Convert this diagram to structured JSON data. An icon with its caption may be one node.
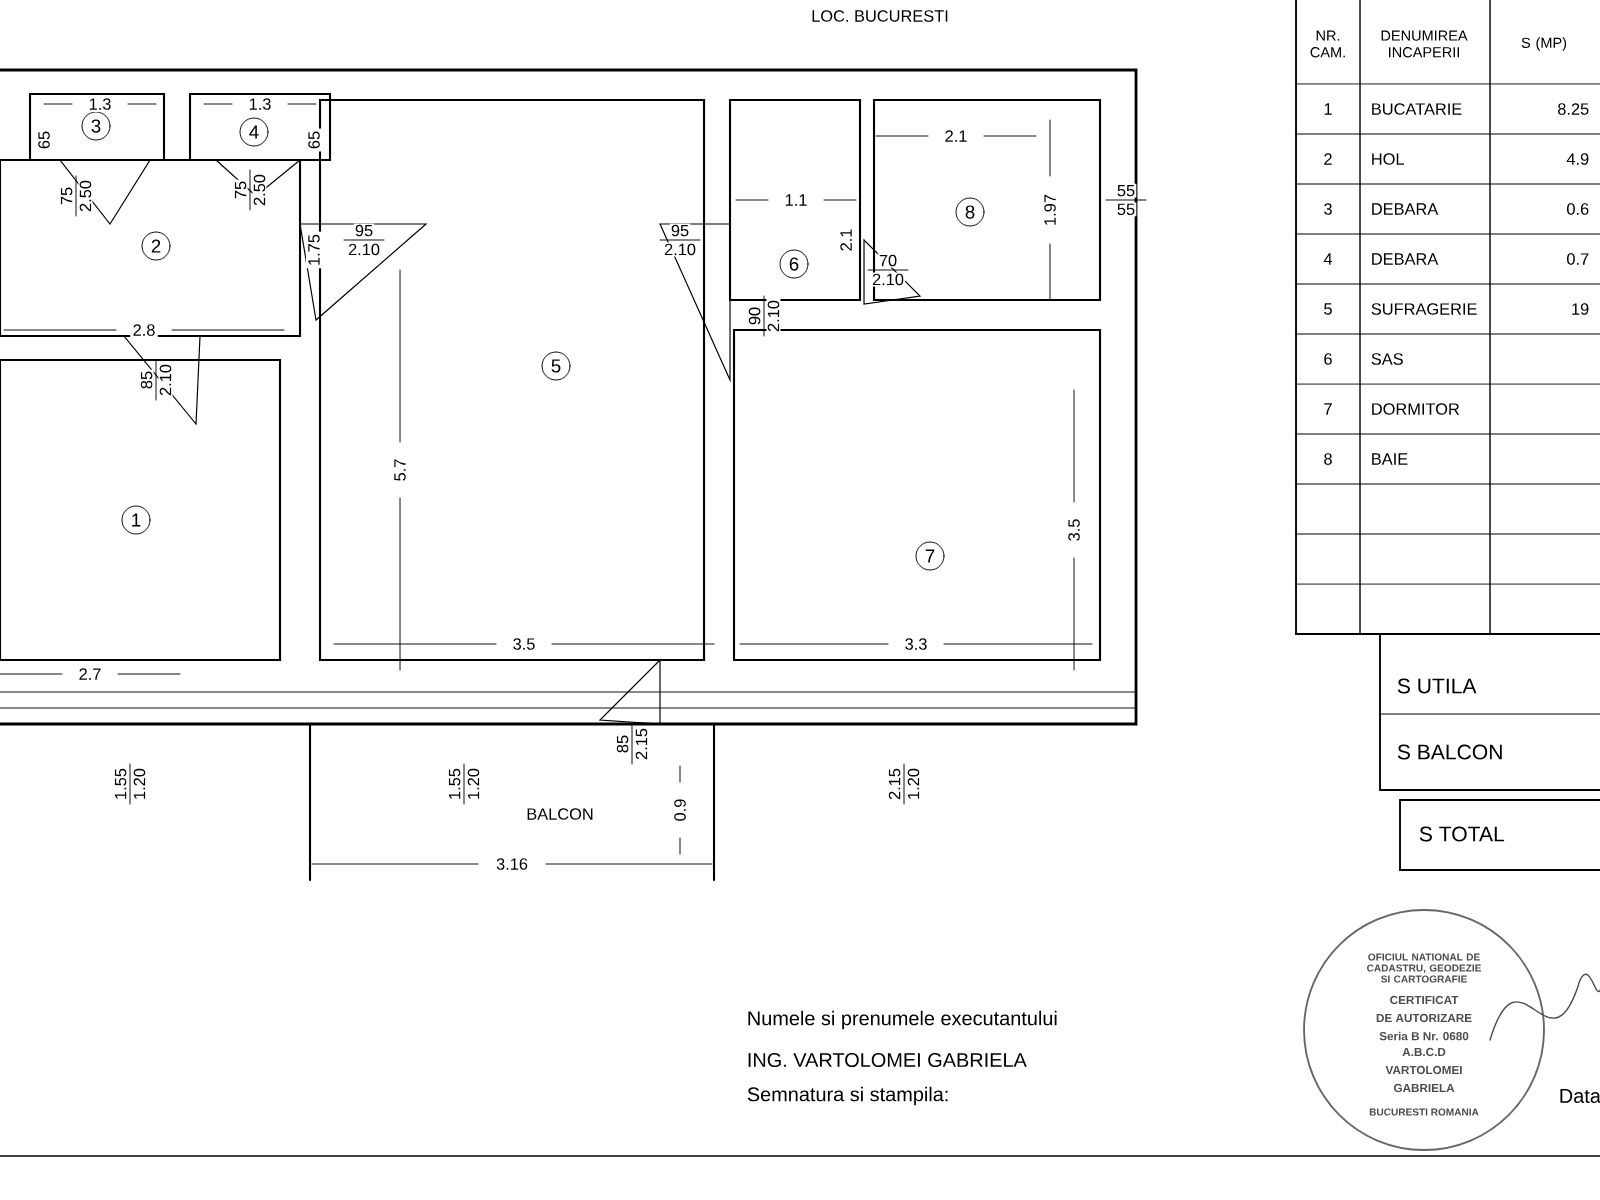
{
  "diagram": {
    "nodes": [
      {
        "text": [
          "3"
        ]
      },
      {
        "text": [
          "4"
        ]
      },
      {
        "text": [
          "8"
        ]
      },
      {
        "text": [
          "6"
        ]
      },
      {
        "text": [
          "2"
        ]
      },
      {
        "text": [
          "5"
        ]
      },
      {
        "text": [
          "1"
        ]
      },
      {
        "text": [
          "7"
        ]
      }
    ],
    "labels": [
      "LOC. BUCURESTI",
      "1.3",
      "1.3",
      "65",
      "75",
      "2.50",
      "75",
      "2.50",
      "65",
      "1.75",
      "95",
      "2.10",
      "95",
      "2.10",
      "1.1",
      "2.1",
      "2.1",
      "1.97",
      "55",
      "55",
      "70",
      "2.10",
      "90",
      "2.10",
      "2.8",
      "85",
      "2.10",
      "5.7",
      "3.5",
      "3.5",
      "3.3",
      "2.7",
      "1.55",
      "1.20",
      "1.55",
      "1.20",
      "85",
      "2.15",
      "BALCON",
      "2.15",
      "1.20",
      "0.9",
      "3.16",
      "NR. CAM.",
      "DENUMIREA INCAPERII",
      "S (MP)",
      "1",
      "BUCATARIE",
      "8.25",
      "2",
      "HOL",
      "4.9",
      "3",
      "DEBARA",
      "0.6",
      "4",
      "DEBARA",
      "0.7",
      "5",
      "SUFRAGERIE",
      "19",
      "6",
      "SAS",
      "7",
      "DORMITOR",
      "8",
      "BAIE",
      "S UTILA",
      "S BALCON",
      "S TOTAL",
      "Numele si prenumele executantului",
      "ING. VARTOLOMEI GABRIELA",
      "Semnatura si stampila:",
      "OFICIUL NATIONAL DE CADASTRU, GEODEZIE SI CARTOGRAFIE",
      "CERTIFICAT",
      "DE AUTORIZARE",
      "Seria B Nr. 0680",
      "A.B.C.D",
      "VARTOLOMEI",
      "GABRIELA",
      "BUCURESTI ROMANIA",
      "Data"
    ]
  }
}
